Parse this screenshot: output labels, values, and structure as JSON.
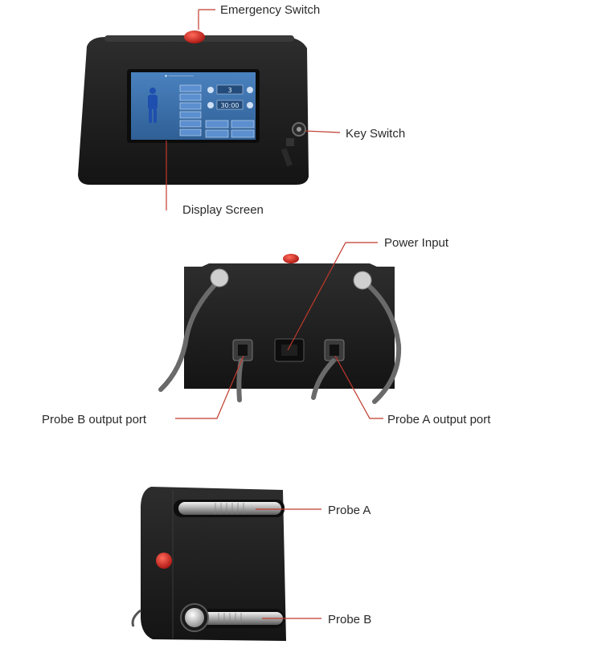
{
  "callouts": {
    "emergency_switch": "Emergency Switch",
    "key_switch": "Key Switch",
    "display_screen": "Display Screen",
    "power_input": "Power Input",
    "probe_b_port": "Probe B output port",
    "probe_a_port": "Probe A output port",
    "probe_a": "Probe A",
    "probe_b": "Probe B"
  },
  "screen": {
    "count_value": "3",
    "timer_value": "30:00"
  },
  "colors": {
    "leader_line": "#c0392b",
    "device_body": "#1f1f1f",
    "screen_bg": "#3a6ea8",
    "button_red": "#c8201d"
  }
}
